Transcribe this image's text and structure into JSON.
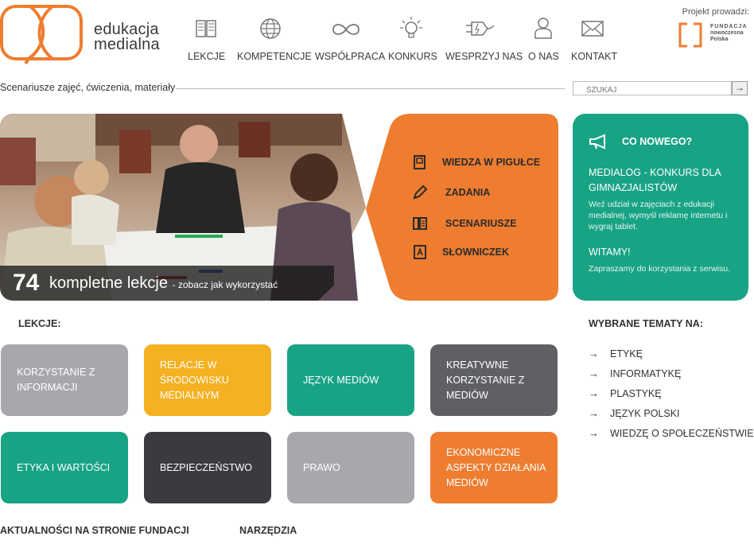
{
  "header": {
    "logo_line1": "edukacja",
    "logo_line2": "medialna",
    "nav": [
      {
        "label": "LEKCJE",
        "icon": "book-icon"
      },
      {
        "label": "KOMPETENCJE",
        "icon": "globe-icon"
      },
      {
        "label": "WSPÓŁPRACA",
        "icon": "infinity-icon"
      },
      {
        "label": "KONKURS",
        "icon": "lightbulb-icon"
      },
      {
        "label": "WESPRZYJ NAS",
        "icon": "plug-icon"
      },
      {
        "label": "O NAS",
        "icon": "person-icon"
      },
      {
        "label": "KONTAKT",
        "icon": "envelope-icon"
      }
    ],
    "partner_caption": "Projekt prowadzi:",
    "partner_line1": "FUNDACJA",
    "partner_line2": "nowoczesna",
    "partner_line3": "Polska"
  },
  "subbar": {
    "tagline": "Scenariusze zajęć, ćwiczenia, materiały",
    "search_placeholder": "SZUKAJ",
    "search_button": "→"
  },
  "hero": {
    "count": "74",
    "text": "kompletne lekcje",
    "link": "- zobacz jak wykorzystać",
    "menu": [
      {
        "label": "WIEDZA W PIGUŁCE",
        "icon": "pill-book-icon"
      },
      {
        "label": "ZADANIA",
        "icon": "pencil-icon"
      },
      {
        "label": "SCENARIUSZE",
        "icon": "script-icon"
      },
      {
        "label": "SŁOWNICZEK",
        "icon": "dictionary-icon"
      }
    ]
  },
  "news": {
    "heading": "CO NOWEGO?",
    "title": "MEDIALOG - KONKURS DLA GIMNAZJALISTÓW",
    "body": "Weź udział w zajęciach z edukacji medialnej, wymyśl reklamę internetu i wygraj tablet.",
    "title2": "WITAMY!",
    "body2": "Zapraszamy do korzystania z serwisu."
  },
  "lessons": {
    "heading": "LEKCJE:",
    "tiles": [
      {
        "label": "KORZYSTANIE Z INFORMACJI",
        "color": "#a6a8ab"
      },
      {
        "label": "RELACJE W ŚRODOWISKU MEDIALNYM",
        "color": "#f4b121"
      },
      {
        "label": "JĘZYK MEDIÓW",
        "color": "#18a385"
      },
      {
        "label": "KREATYWNE KORZYSTANIE Z MEDIÓW",
        "color": "#5e6064"
      },
      {
        "label": "ETYKA I WARTOŚCI",
        "color": "#18a385"
      },
      {
        "label": "BEZPIECZEŃSTWO",
        "color": "#3a3b3e"
      },
      {
        "label": "PRAWO",
        "color": "#a6a8ab"
      },
      {
        "label": "EKONOMICZNE ASPEKTY DZIAŁANIA MEDIÓW",
        "color": "#ee7d30"
      }
    ]
  },
  "topics": {
    "heading": "WYBRANE TEMATY NA:",
    "items": [
      "ETYKĘ",
      "INFORMATYKĘ",
      "PLASTYKĘ",
      "JĘZYK POLSKI",
      "WIEDZĘ O SPOŁECZEŃSTWIE"
    ],
    "arrow": "→"
  },
  "footer": {
    "news_heading": "AKTUALNOŚCI NA STRONIE FUNDACJI",
    "tools_heading": "NARZĘDZIA"
  },
  "colors": {
    "orange": "#ee7d30",
    "green": "#18a385"
  }
}
